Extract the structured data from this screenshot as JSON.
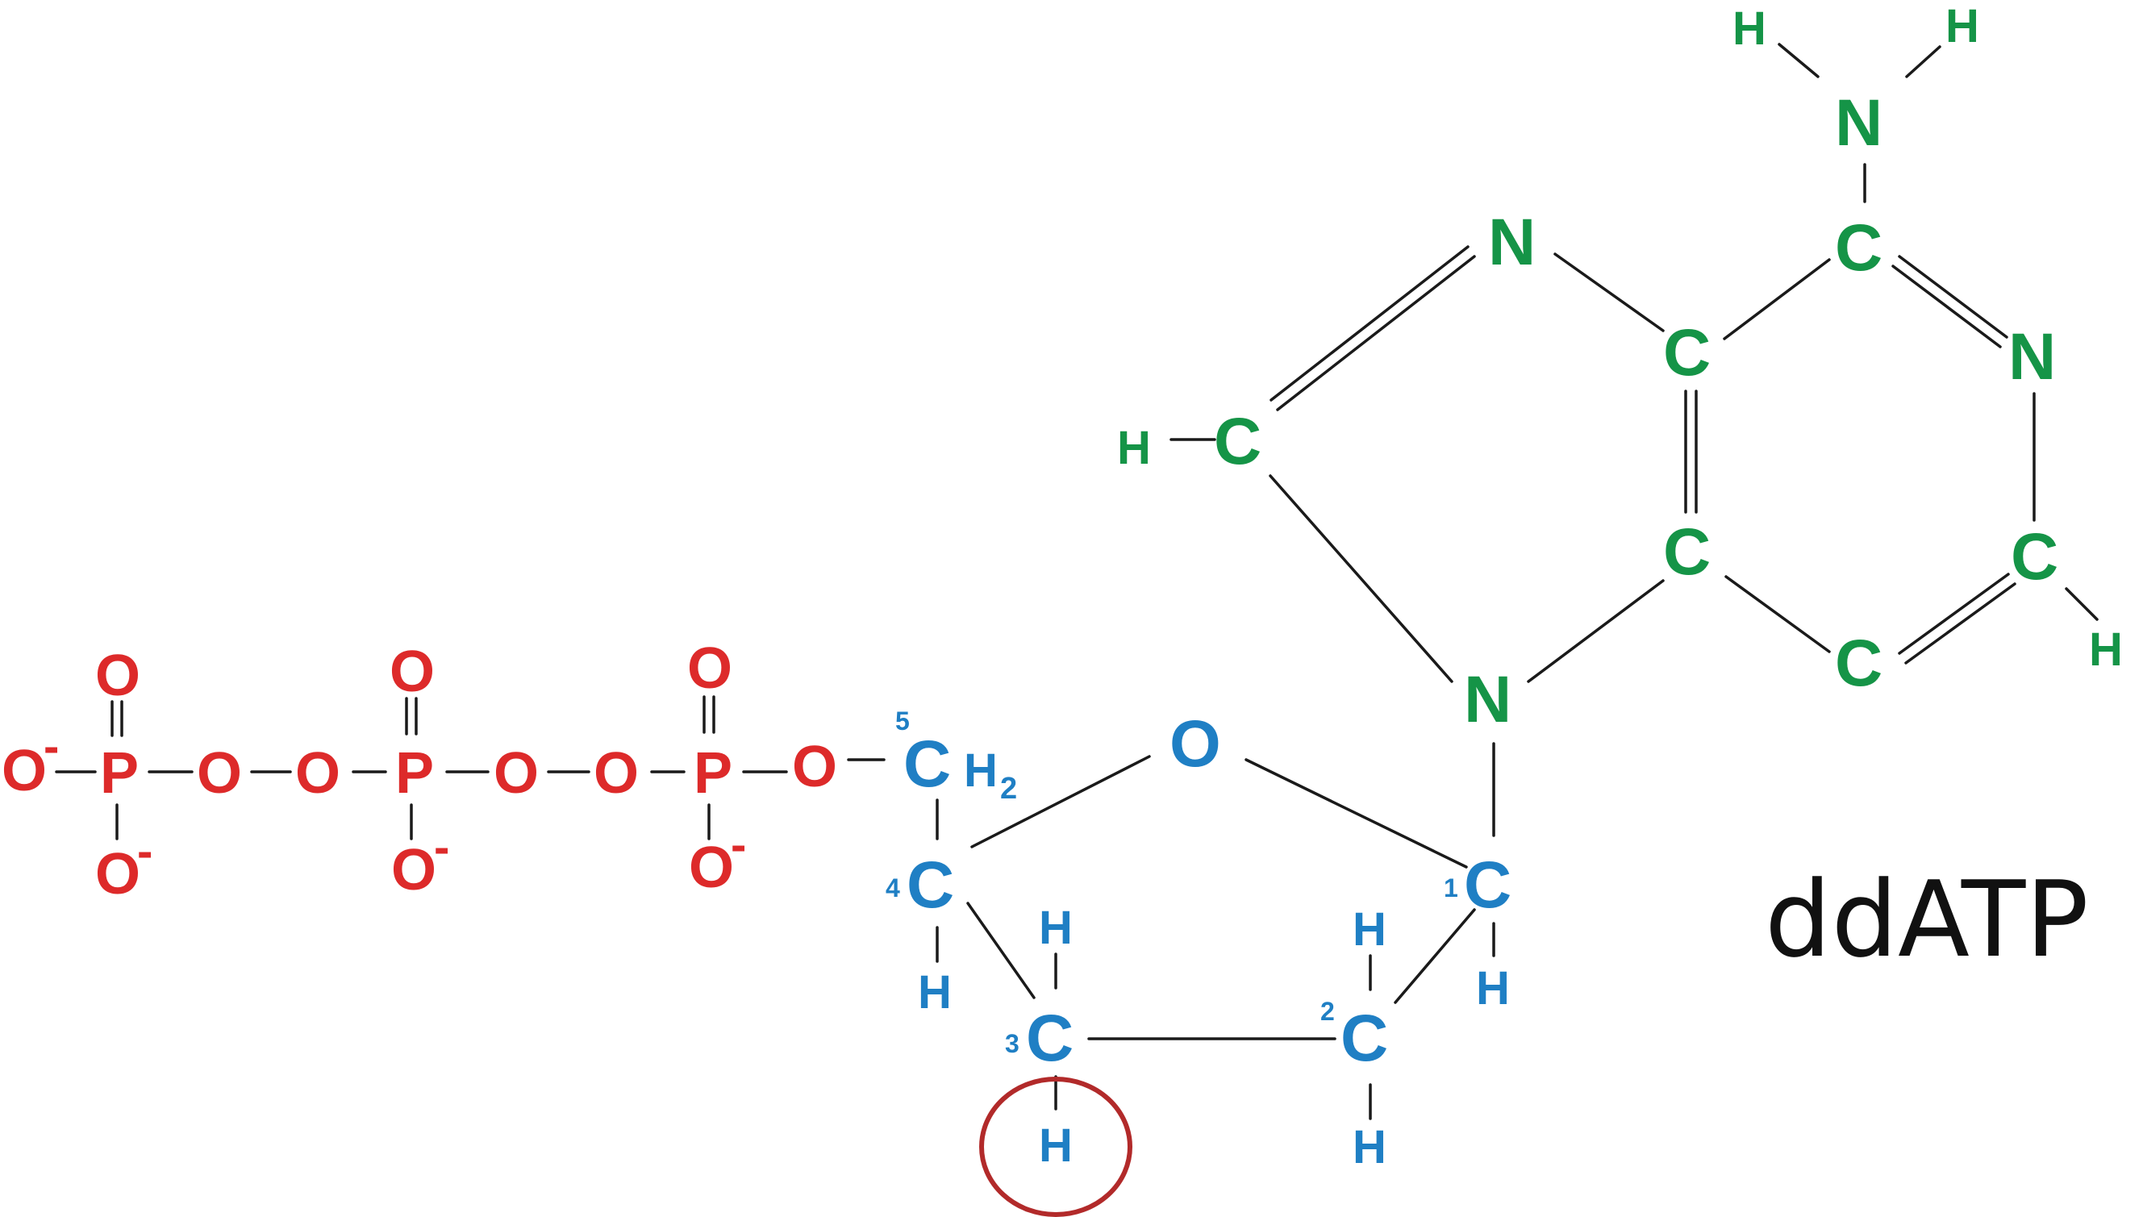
{
  "colors": {
    "phosphate": "#dd2a2a",
    "sugar": "#1f7fc4",
    "base": "#159447",
    "bond": "#1a1a1a",
    "highlight_circle": "#b22a2a",
    "name": "#111111"
  },
  "molecule_name": "ddATP",
  "phosphate": {
    "o_minus_left": "O",
    "p1": "P",
    "p1_top_o": "O",
    "p1_bottom_o": "O",
    "bridge_o1": "O",
    "bridge_o2": "O",
    "p2": "P",
    "p2_top_o": "O",
    "p2_bottom_o": "O",
    "bridge_o3": "O",
    "bridge_o4": "O",
    "p3": "P",
    "p3_top_o": "O",
    "p3_bottom_o": "O",
    "link_o": "O",
    "charge": "-"
  },
  "sugar": {
    "ring_o": "O",
    "c5": "C",
    "c5_h": "H",
    "c5_sub": "2",
    "c4": "C",
    "c4_h": "H",
    "c3": "C",
    "c3_h_top": "H",
    "c3_h_bottom": "H",
    "c2": "C",
    "c2_h_top": "H",
    "c2_h_bottom": "H",
    "c1": "C",
    "c1_h": "H",
    "n1": "1",
    "n2": "2",
    "n3": "3",
    "n4": "4",
    "n5": "5"
  },
  "base": {
    "n9": "N",
    "c8": "C",
    "c8_h": "H",
    "n7": "N",
    "c5": "C",
    "c4": "C",
    "c6": "C",
    "n1": "N",
    "c2": "C",
    "c2_h": "H",
    "n3": "C",
    "nh2_n": "N",
    "nh2_h1": "H",
    "nh2_h2": "H"
  }
}
